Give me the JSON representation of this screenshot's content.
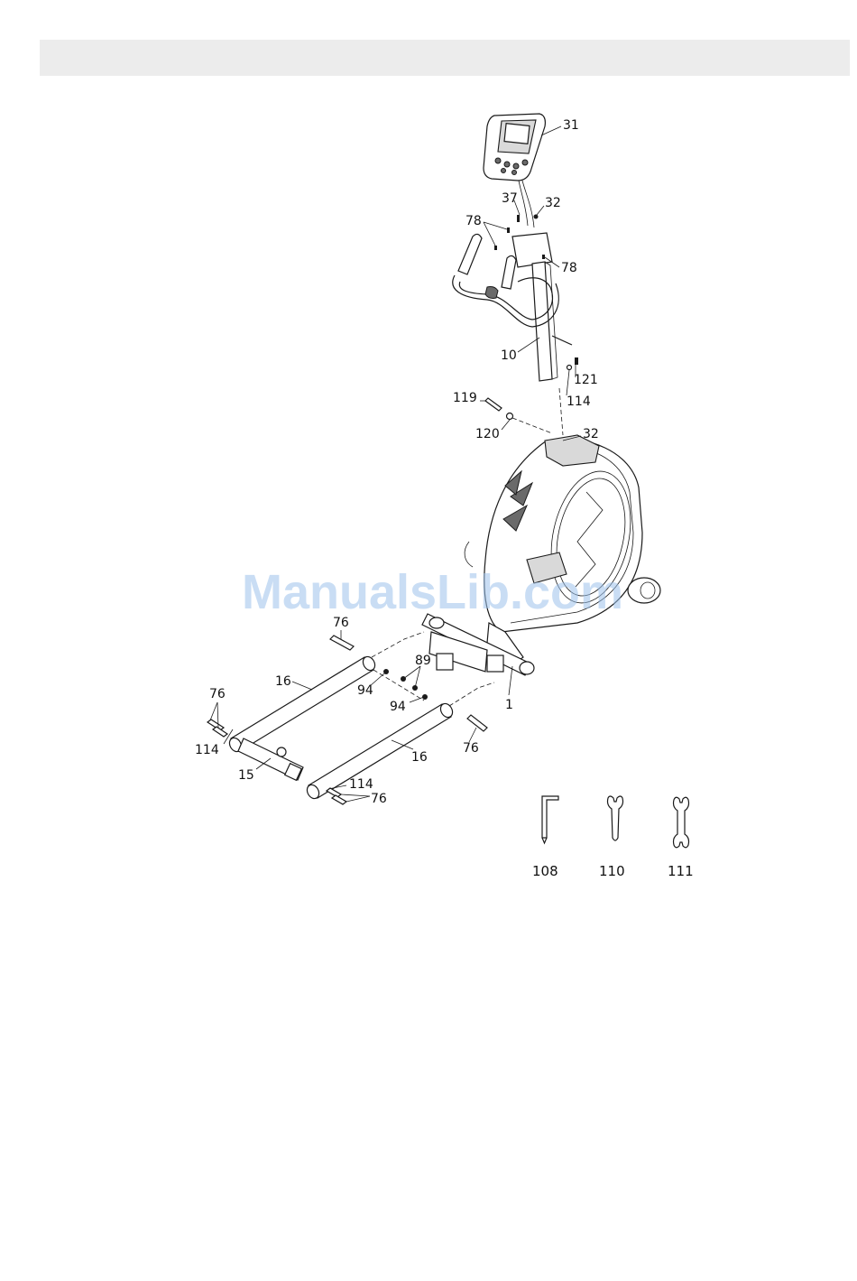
{
  "watermark": "ManualsLib.com",
  "part_labels": {
    "p31": "31",
    "p37": "37",
    "p32_top": "32",
    "p78_left": "78",
    "p78_right": "78",
    "p10": "10",
    "p121": "121",
    "p114_upper": "114",
    "p119": "119",
    "p120": "120",
    "p32_frame": "32",
    "p76_top": "76",
    "p89": "89",
    "p16_upper": "16",
    "p94_left": "94",
    "p94_right": "94",
    "p1": "1",
    "p76_left": "76",
    "p114_left": "114",
    "p76_right": "76",
    "p16_lower": "16",
    "p15": "15",
    "p114_lower": "114",
    "p76_bottom": "76"
  },
  "tools": [
    {
      "label": "108",
      "icon": "allen-key-icon"
    },
    {
      "label": "110",
      "icon": "open-wrench-icon"
    },
    {
      "label": "111",
      "icon": "double-wrench-icon"
    }
  ]
}
